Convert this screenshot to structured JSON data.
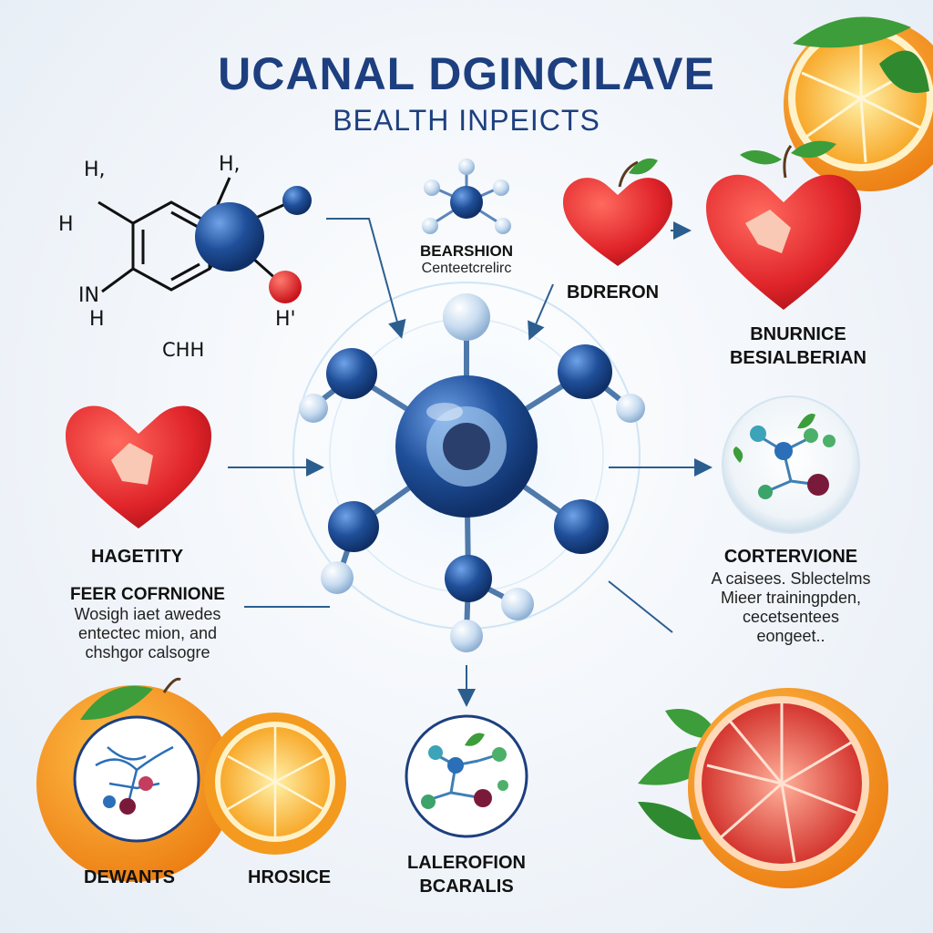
{
  "header": {
    "title": "UCANAL DGINCILAVE",
    "subtitle": "BEALTH INPEICTS"
  },
  "structure": {
    "atom_h1": "H,",
    "atom_h2": "H,",
    "atom_h3": "H",
    "atom_in": "IN",
    "atom_h4": "H",
    "atom_h5": "H'",
    "formula": "CHH"
  },
  "molecule_label": {
    "title": "BEARSHION",
    "sub": "Centeetcrelirc"
  },
  "right_top": {
    "heart_label": "BDRERON",
    "title_line1": "BNURNICE",
    "title_line2": "BESIALBERIAN"
  },
  "left_middle": {
    "heart_label": "HAGETITY",
    "text_title": "FEER COFRNIONE",
    "text_lines": [
      "Wosigh iaet awedes",
      "entectec mion, and",
      "chshgor calsogre"
    ]
  },
  "right_middle": {
    "title": "CORTERVIONE",
    "text_lines": [
      "A caisees. Sblectelms",
      "Mieer trainingpden,",
      "cecetsentees",
      "eongeet.."
    ]
  },
  "bottom": {
    "left_label": "DEWANTS",
    "orange_label": "HROSICE",
    "center_line1": "LALEROFION",
    "center_line2": "BCARALIS"
  },
  "colors": {
    "primary": "#1d3f7f",
    "atom_blue": "#1f4f99",
    "heart_red": "#e0242a",
    "orange": "#f39a1f",
    "grapefruit": "#d93b2f",
    "leaf": "#3c9d3a"
  }
}
